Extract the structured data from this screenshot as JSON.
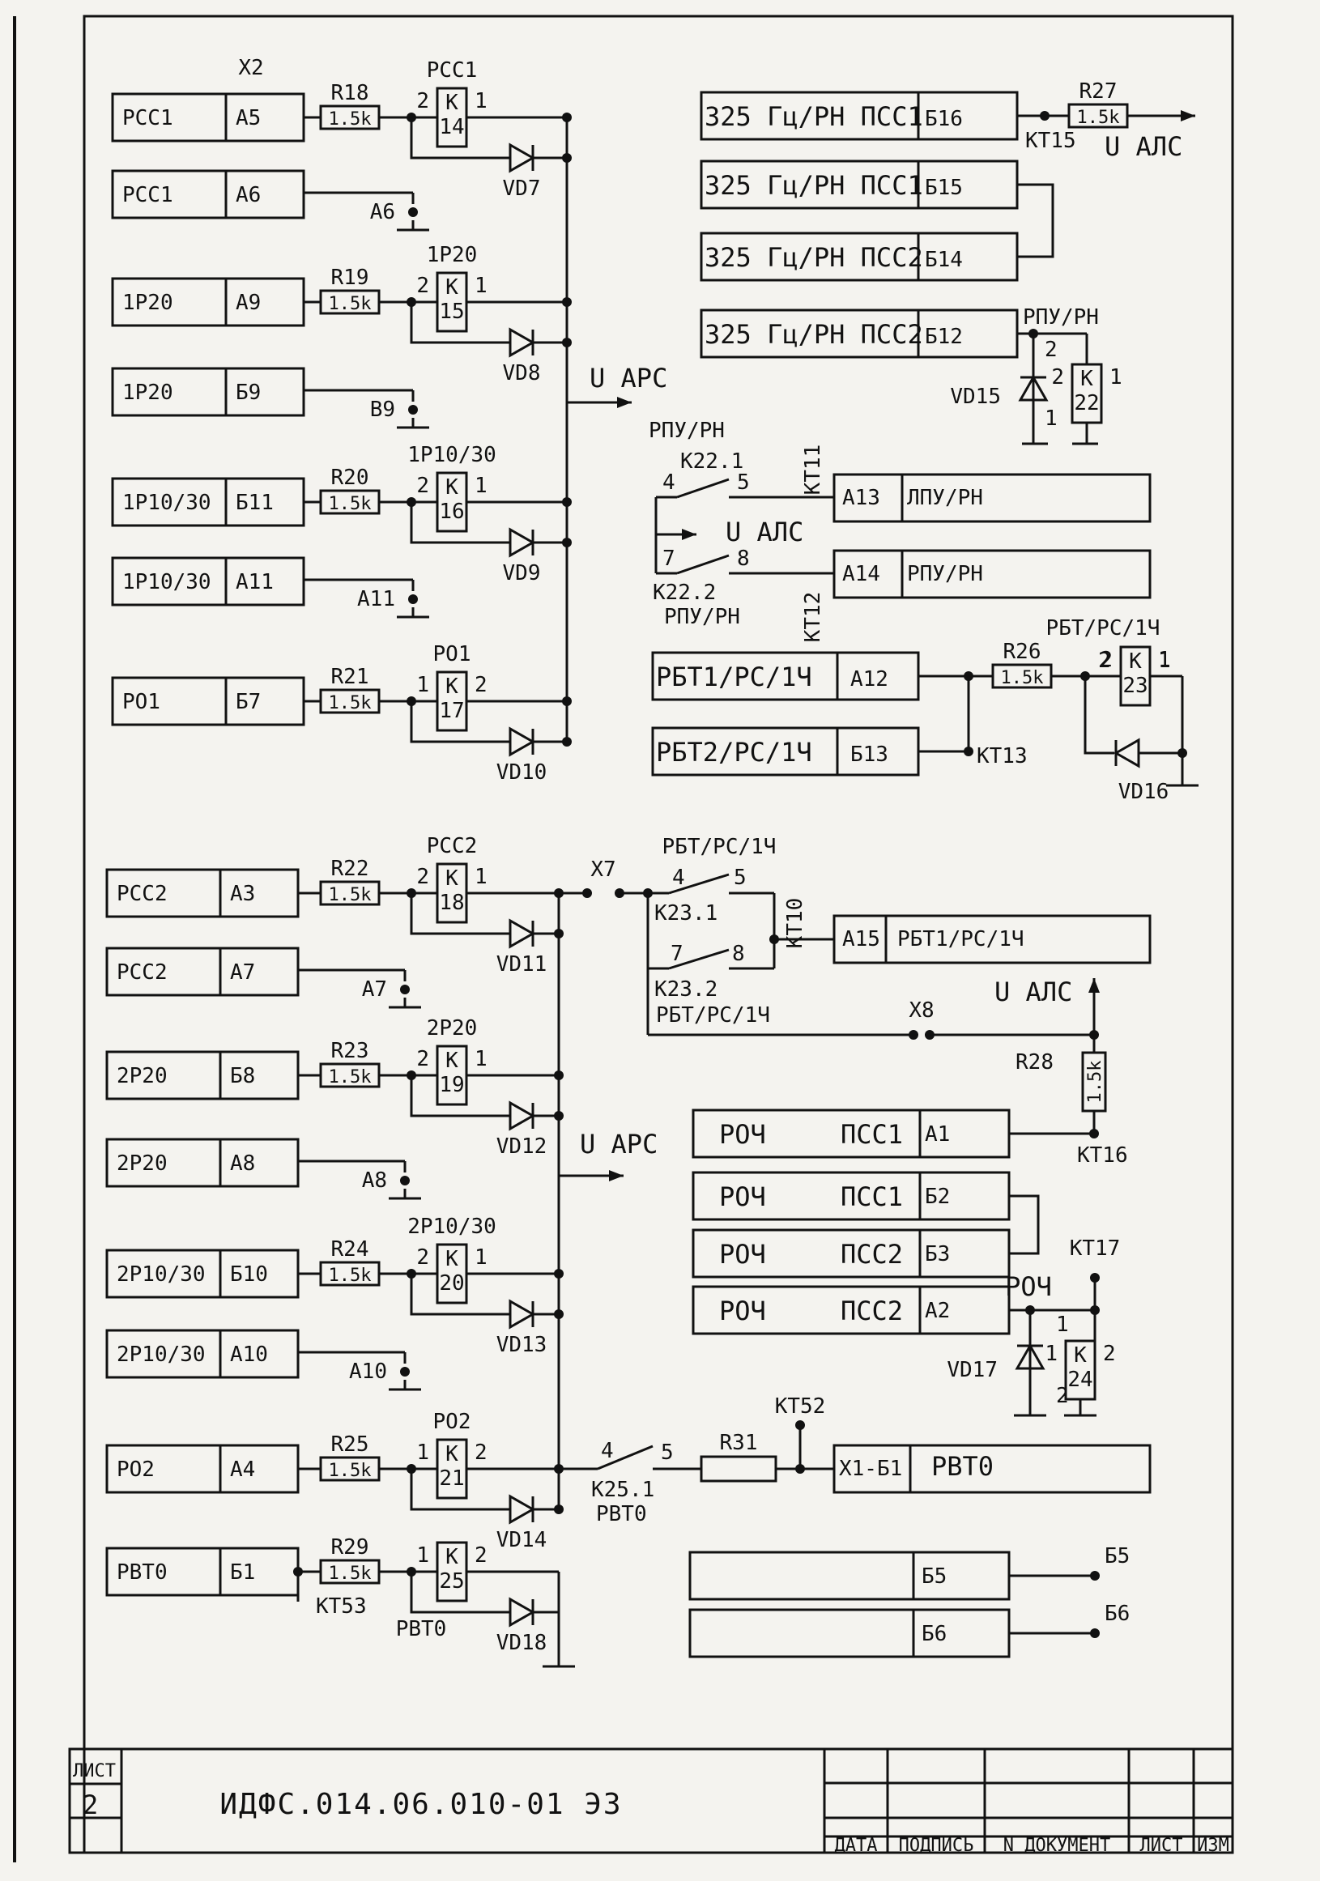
{
  "connector": "X2",
  "left_rows": [
    {
      "name": "РСС1",
      "pin": "А5"
    },
    {
      "name": "РСС1",
      "pin": "А6"
    },
    {
      "name": "1Р20",
      "pin": "А9"
    },
    {
      "name": "1Р20",
      "pin": "Б9"
    },
    {
      "name": "1Р10/30",
      "pin": "Б11"
    },
    {
      "name": "1Р10/30",
      "pin": "А11"
    },
    {
      "name": "РО1",
      "pin": "Б7"
    },
    {
      "name": "РСС2",
      "pin": "А3"
    },
    {
      "name": "РСС2",
      "pin": "А7"
    },
    {
      "name": "2Р20",
      "pin": "Б8"
    },
    {
      "name": "2Р20",
      "pin": "А8"
    },
    {
      "name": "2Р10/30",
      "pin": "Б10"
    },
    {
      "name": "2Р10/30",
      "pin": "А10"
    },
    {
      "name": "РО2",
      "pin": "А4"
    },
    {
      "name": "РВТ0",
      "pin": "Б1"
    }
  ],
  "grounds": [
    "А6",
    "В9",
    "А11",
    "А7",
    "А8",
    "А10"
  ],
  "resistors": [
    {
      "ref": "R18",
      "val": "1.5k"
    },
    {
      "ref": "R19",
      "val": "1.5k"
    },
    {
      "ref": "R20",
      "val": "1.5k"
    },
    {
      "ref": "R21",
      "val": "1.5k"
    },
    {
      "ref": "R22",
      "val": "1.5k"
    },
    {
      "ref": "R23",
      "val": "1.5k"
    },
    {
      "ref": "R24",
      "val": "1.5k"
    },
    {
      "ref": "R25",
      "val": "1.5k"
    },
    {
      "ref": "R29",
      "val": "1.5k"
    },
    {
      "ref": "R26",
      "val": "1.5k"
    },
    {
      "ref": "R27",
      "val": "1.5k"
    },
    {
      "ref": "R28",
      "val": "1.5k"
    },
    {
      "ref": "R31",
      "val": ""
    }
  ],
  "relays": [
    {
      "name": "РСС1",
      "k": "14",
      "p1": "2",
      "p2": "1"
    },
    {
      "name": "1Р20",
      "k": "15",
      "p1": "2",
      "p2": "1"
    },
    {
      "name": "1Р10/30",
      "k": "16",
      "p1": "2",
      "p2": "1"
    },
    {
      "name": "РО1",
      "k": "17",
      "p1": "1",
      "p2": "2"
    },
    {
      "name": "РСС2",
      "k": "18",
      "p1": "2",
      "p2": "1"
    },
    {
      "name": "2Р20",
      "k": "19",
      "p1": "2",
      "p2": "1"
    },
    {
      "name": "2Р10/30",
      "k": "20",
      "p1": "2",
      "p2": "1"
    },
    {
      "name": "РО2",
      "k": "21",
      "p1": "1",
      "p2": "2"
    },
    {
      "name": "",
      "k": "25",
      "p1": "1",
      "p2": "2"
    },
    {
      "name": "РБТ/РС/1Ч",
      "k": "23",
      "p1": "2",
      "p2": "1"
    },
    {
      "name": "РПУ/РН",
      "k": "22",
      "p1": "2",
      "p2": "1"
    },
    {
      "name": "РОЧ",
      "k": "24",
      "p1": "1",
      "p2": "2"
    }
  ],
  "diodes": [
    "VD7",
    "VD8",
    "VD9",
    "VD10",
    "VD11",
    "VD12",
    "VD13",
    "VD14",
    "VD18",
    "VD15",
    "VD16",
    "VD17"
  ],
  "uarc": "U АРС",
  "ualc": "U АЛС",
  "rvt0": "РВТ0",
  "kt53": "КТ53",
  "psc_rows": [
    {
      "name": "325 Гц/РН  ПСС1",
      "pin": "Б16"
    },
    {
      "name": "325 Гц/РН  ПСС1",
      "pin": "Б15"
    },
    {
      "name": "325 Гц/РН  ПСС2",
      "pin": "Б14"
    },
    {
      "name": "325 Гц/РН  ПСС2",
      "pin": "Б12"
    }
  ],
  "kt15": "КТ15",
  "rpu": "РПУ/РН",
  "k22_1": "К22.1",
  "k22_2": "К22.2",
  "kt11": "КТ11",
  "kt12": "КТ12",
  "pin_a13": "А13",
  "lpu": "ЛПУ/РН",
  "pin_a14": "А14",
  "rpu2": "РПУ/РН",
  "rbt_rows": [
    {
      "name": "РБТ1/РС/1Ч",
      "pin": "А12"
    },
    {
      "name": "РБТ2/РС/1Ч",
      "pin": "Б13"
    }
  ],
  "kt13": "КТ13",
  "x7": "Х7",
  "x8": "Х8",
  "rbt": "РБТ/РС/1Ч",
  "k23_1": "К23.1",
  "k23_2": "К23.2",
  "kt10": "КТ10",
  "pin_a15": "А15",
  "rbt_out": "РБТ1/РС/1Ч",
  "kt16": "КТ16",
  "kt17": "КТ17",
  "roch_label": "РОЧ",
  "roch_rows": [
    {
      "name": "РОЧ",
      "psc": "ПСС1",
      "pin": "А1"
    },
    {
      "name": "РОЧ",
      "psc": "ПСС1",
      "pin": "Б2"
    },
    {
      "name": "РОЧ",
      "psc": "ПСС2",
      "pin": "Б3"
    },
    {
      "name": "РОЧ",
      "psc": "ПСС2",
      "pin": "А2"
    }
  ],
  "kt52": "КТ52",
  "k25_1": "К25.1",
  "pin_x1b1": "Х1-Б1",
  "b5": "Б5",
  "b6": "Б6",
  "title_block": {
    "sheet_label": "ЛИСТ",
    "sheet_no": "2",
    "doc_code": "ИДФС.014.06.010-01  Э3",
    "cols": [
      "ДАТА",
      "ПОДПИСЬ",
      "N ДОКУМЕНТ",
      "ЛИСТ",
      "ИЗМ"
    ]
  }
}
